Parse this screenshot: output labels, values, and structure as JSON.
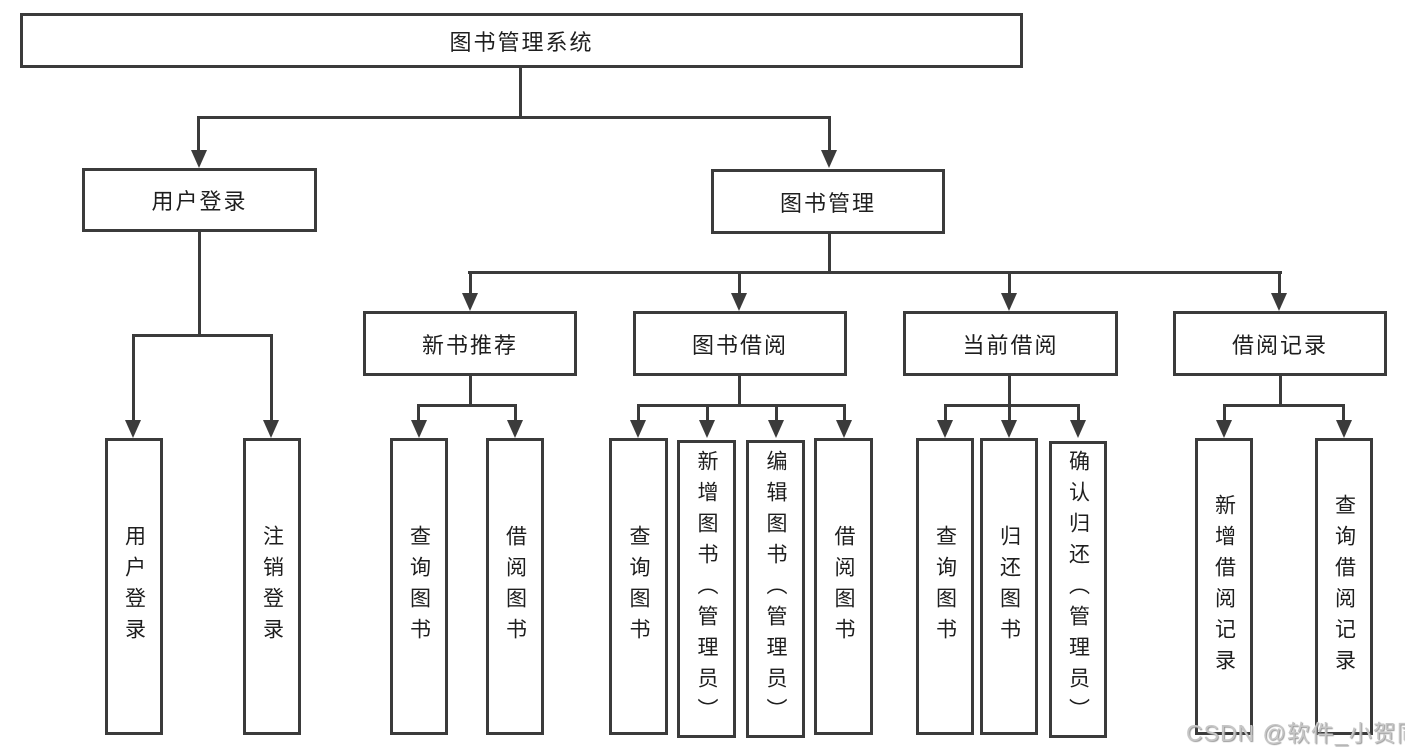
{
  "tree": {
    "label": "图书管理系统",
    "children": [
      {
        "label": "用户登录",
        "children": [
          {
            "label": "用户登录"
          },
          {
            "label": "注销登录"
          }
        ]
      },
      {
        "label": "图书管理",
        "children": [
          {
            "label": "新书推荐",
            "children": [
              {
                "label": "查询图书"
              },
              {
                "label": "借阅图书"
              }
            ]
          },
          {
            "label": "图书借阅",
            "children": [
              {
                "label": "查询图书"
              },
              {
                "label": "新增图书（管理员）"
              },
              {
                "label": "编辑图书（管理员）"
              },
              {
                "label": "借阅图书"
              }
            ]
          },
          {
            "label": "当前借阅",
            "children": [
              {
                "label": "查询图书"
              },
              {
                "label": "归还图书"
              },
              {
                "label": "确认归还（管理员）"
              }
            ]
          },
          {
            "label": "借阅记录",
            "children": [
              {
                "label": "新增借阅记录"
              },
              {
                "label": "查询借阅记录"
              }
            ]
          }
        ]
      }
    ]
  },
  "watermark": {
    "text": "CSDN @软件_小贺同学"
  },
  "colors": {
    "line": "#3b3b3b",
    "box_border": "#3b3b3b",
    "text": "#1e1e1e",
    "background": "#ffffff",
    "watermark": "#c6c6c6"
  }
}
